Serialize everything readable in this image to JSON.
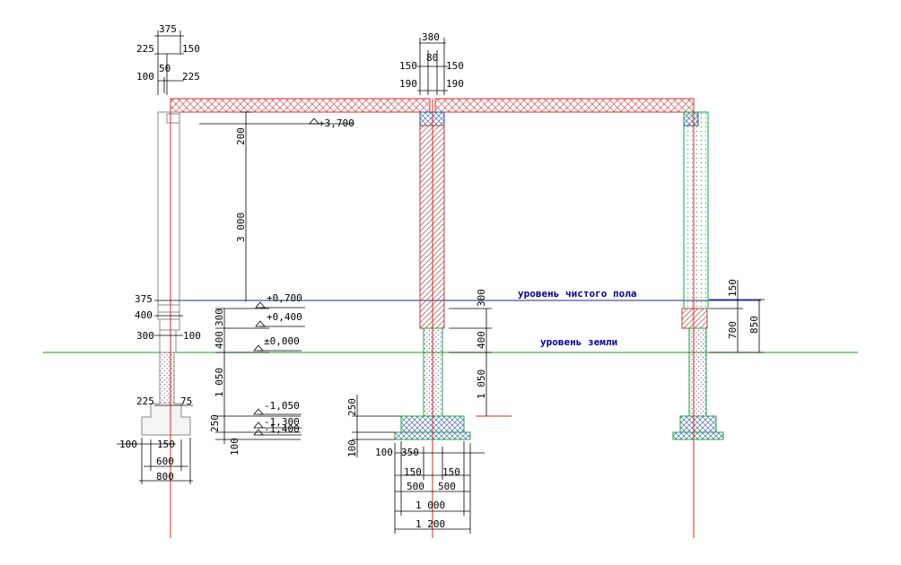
{
  "colors": {
    "axis": "#e0261e",
    "hatch": "#d03030",
    "ground": "#1e9a2a",
    "floor": "#1c2a8a",
    "block": "#1aa04a",
    "concrete": "#2a4ea0",
    "label": "#00008b"
  },
  "labels": {
    "floor_line": "уровень чистого пола",
    "ground_line": "уровень земли"
  },
  "elevations": {
    "top": "+3,700",
    "e700": "+0,700",
    "e400": "+0,400",
    "zero": "±0,000",
    "m1050": "-1,050",
    "m1300": "-1,300",
    "m1400": "-1,400"
  },
  "dims": {
    "top_left": {
      "d375": "375",
      "d225a": "225",
      "d150a": "150",
      "d50": "50",
      "d100": "100",
      "d225b": "225"
    },
    "top_mid": {
      "d380": "380",
      "d150a": "150",
      "d80": "80",
      "d150b": "150",
      "d190a": "190",
      "d190b": "190"
    },
    "left_side": {
      "d375": "375",
      "d400": "400",
      "d300": "300",
      "d100": "100",
      "d225": "225",
      "d75": "75"
    },
    "left_foot": {
      "d100": "100",
      "d150": "150",
      "d600": "600",
      "d800": "800"
    },
    "vert_a": {
      "d200": "200",
      "d3000": "3 000",
      "d300": "300",
      "d400": "400",
      "d1050": "1 050",
      "d250": "250",
      "d100": "100"
    },
    "vert_b": {
      "d250": "250",
      "d100": "100"
    },
    "vert_c": {
      "d300": "300",
      "d400": "400",
      "d1050": "1 050"
    },
    "mid_foot": {
      "d100": "100",
      "d350": "350",
      "d150a": "150",
      "d150b": "150",
      "d500a": "500",
      "d500b": "500",
      "d1000": "1 000",
      "d1200": "1 200"
    },
    "right": {
      "d150": "150",
      "d700": "700",
      "d850": "850"
    }
  }
}
